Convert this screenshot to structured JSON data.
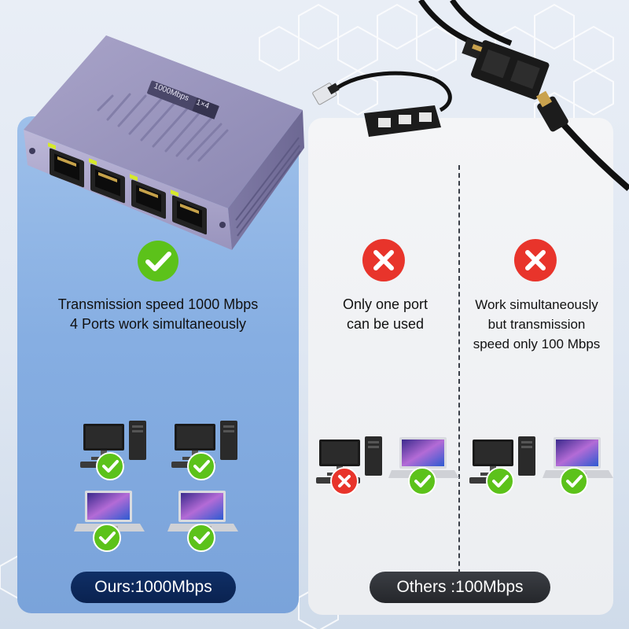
{
  "device": {
    "label_speed": "1000Mbps",
    "label_ports": "1×4"
  },
  "ours": {
    "caption_line1": "Transmission speed 1000 Mbps",
    "caption_line2": "4 Ports work simultaneously",
    "badge": "Ours:1000Mbps",
    "status_icon": "check-icon"
  },
  "others": {
    "badge": "Others :100Mbps",
    "option_a": {
      "caption_line1": "Only one port",
      "caption_line2": "can be used",
      "status_icon": "cross-icon"
    },
    "option_b": {
      "caption_line1": "Work simultaneously",
      "caption_line2": "but transmission",
      "caption_line3": "speed only 100 Mbps",
      "status_icon": "cross-icon"
    }
  },
  "colors": {
    "check_green": "#5cc21a",
    "cross_red": "#e8342b",
    "ours_panel": "#86aee2",
    "others_panel": "#eceef1",
    "ours_pill": "#0f2f66",
    "others_pill": "#2e3035"
  }
}
